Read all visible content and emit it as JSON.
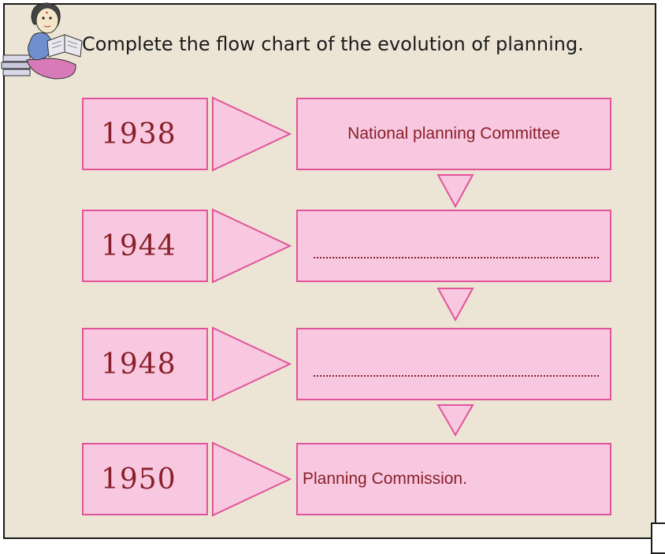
{
  "instruction": "Complete the flow chart of the evolution of planning.",
  "rows": [
    {
      "year": "1938",
      "text": "National planning Committee"
    },
    {
      "year": "1944",
      "text": ""
    },
    {
      "year": "1948",
      "text": ""
    },
    {
      "year": "1950",
      "text": "Planning Commission."
    }
  ],
  "colors": {
    "box_fill": "#f7c8df",
    "box_border": "#e2549a",
    "text": "#8a1f2a",
    "background": "#ece5d6"
  },
  "icons": [
    "reading-girl-icon",
    "right-arrow-icon",
    "down-arrow-icon"
  ]
}
